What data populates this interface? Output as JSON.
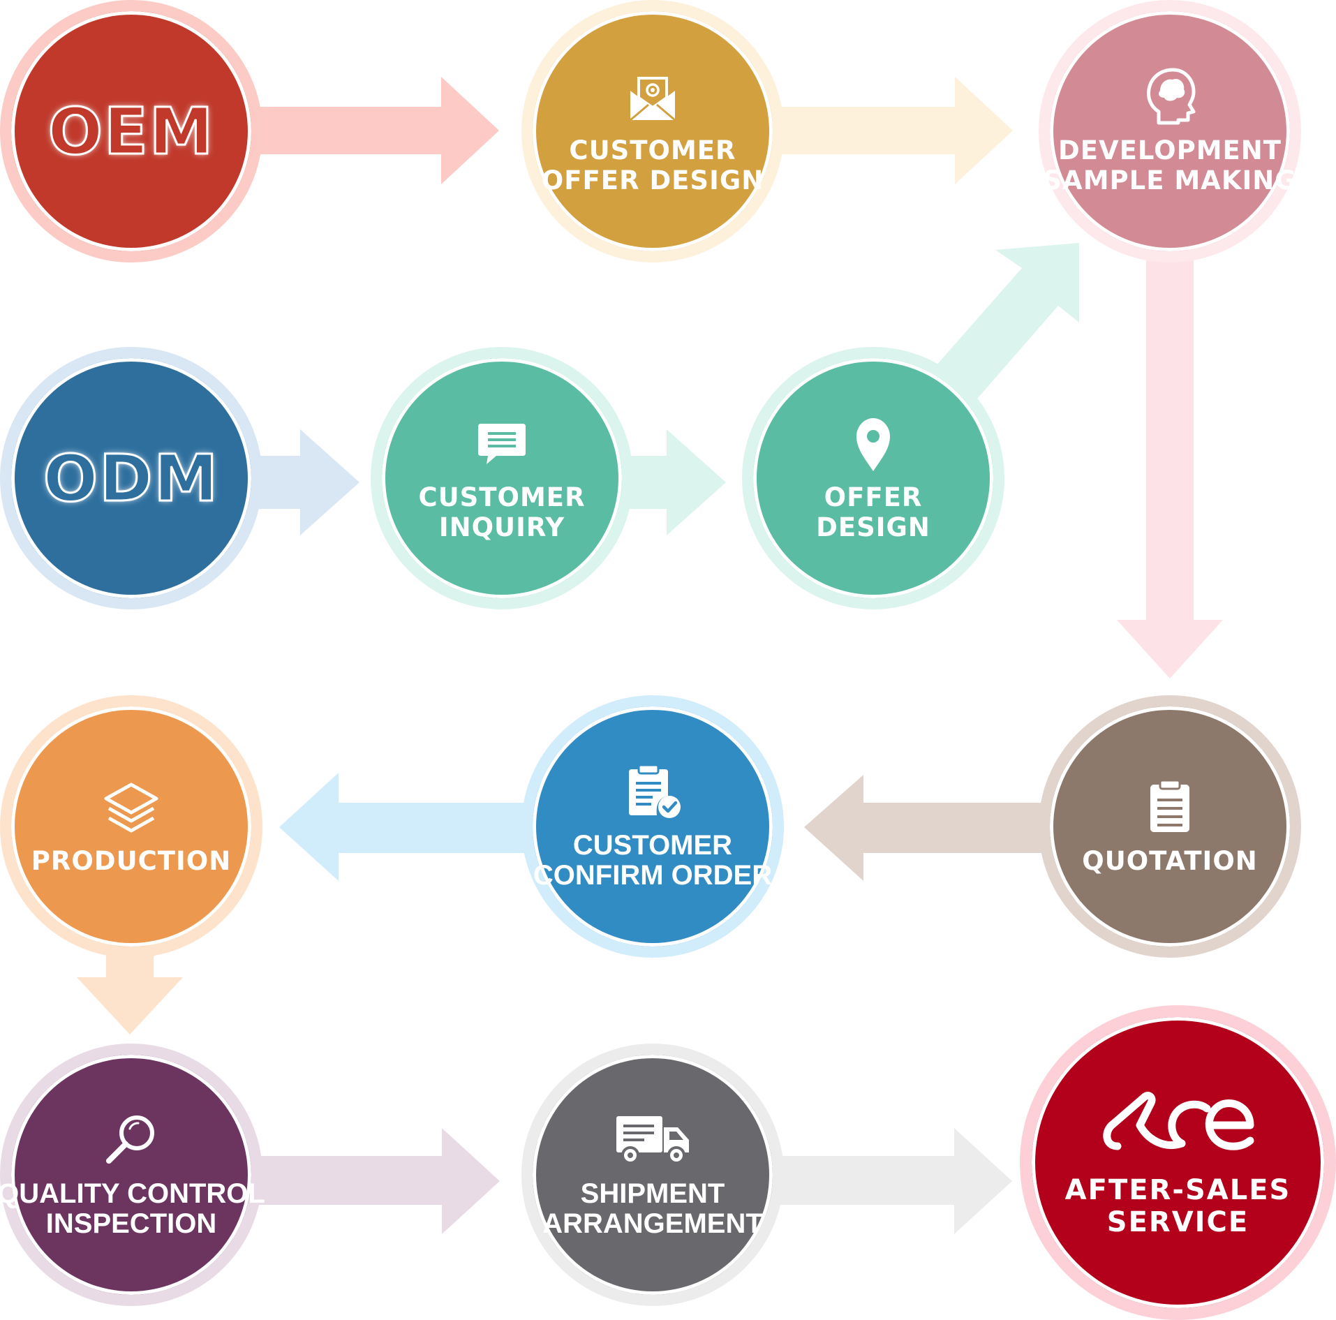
{
  "nodes": {
    "oem": {
      "title": "OEM",
      "fill": "#c0392b",
      "ring": "#fccbc6"
    },
    "customer_offer_design": {
      "lines": [
        "CUSTOMER",
        "OFFER DESIGN"
      ],
      "icon": "email-envelope-icon",
      "fill": "#d3a040",
      "ring": "#fdf1dc"
    },
    "development_sample_making": {
      "lines": [
        "DEVELOPMENT",
        "SAMPLE MAKING"
      ],
      "icon": "brain-head-icon",
      "fill": "#d28b95",
      "ring": "#fde8ec"
    },
    "odm": {
      "title": "ODM",
      "fill": "#2e6f9e",
      "ring": "#d8e7f3"
    },
    "customer_inquiry": {
      "lines": [
        "CUSTOMER",
        "INQUIRY"
      ],
      "icon": "chat-bubble-icon",
      "fill": "#59bca3",
      "ring": "#dcf4ee"
    },
    "offer_design": {
      "lines": [
        "OFFER",
        "DESIGN"
      ],
      "icon": "location-pin-icon",
      "fill": "#59bca3",
      "ring": "#dcf4ee"
    },
    "production": {
      "lines": [
        "PRODUCTION"
      ],
      "icon": "layers-icon",
      "fill": "#ec984e",
      "ring": "#fde3cc"
    },
    "customer_confirm_order": {
      "lines": [
        "CUSTOMER",
        "CONFIRM ORDER"
      ],
      "icon": "clipboard-check-icon",
      "fill": "#318cc4",
      "ring": "#d1ecfb"
    },
    "quotation": {
      "lines": [
        "QUOTATION"
      ],
      "icon": "clipboard-icon",
      "fill": "#8c796c",
      "ring": "#e1d4cc"
    },
    "quality_control_inspection": {
      "lines": [
        "QUALITY CONTROL",
        "INSPECTION"
      ],
      "icon": "magnifier-icon",
      "fill": "#6c355f",
      "ring": "#e8dbe6"
    },
    "shipment_arrangement": {
      "lines": [
        "SHIPMENT",
        "ARRANGEMENT"
      ],
      "icon": "delivery-truck-icon",
      "fill": "#69686d",
      "ring": "#ececed"
    },
    "after_sales_service": {
      "lines": [
        "AFTER-SALES",
        "SERVICE"
      ],
      "icon": "ace-logo-icon",
      "fill": "#b3001b",
      "ring": "#fdd0d8"
    }
  },
  "arrows": [
    {
      "from": "oem",
      "to": "customer_offer_design",
      "color": "#fdcac6"
    },
    {
      "from": "customer_offer_design",
      "to": "development_sample_making",
      "color": "#fdf1dc"
    },
    {
      "from": "odm",
      "to": "customer_inquiry",
      "color": "#d8e7f3"
    },
    {
      "from": "customer_inquiry",
      "to": "offer_design",
      "color": "#dcf4ee"
    },
    {
      "from": "offer_design",
      "to": "development_sample_making",
      "color": "#dcf4ee"
    },
    {
      "from": "development_sample_making",
      "to": "quotation",
      "color": "#fde3e8"
    },
    {
      "from": "quotation",
      "to": "customer_confirm_order",
      "color": "#e1d4cc"
    },
    {
      "from": "customer_confirm_order",
      "to": "production",
      "color": "#d1ecfb"
    },
    {
      "from": "production",
      "to": "quality_control_inspection",
      "color": "#fde3cc"
    },
    {
      "from": "quality_control_inspection",
      "to": "shipment_arrangement",
      "color": "#e8dbe6"
    },
    {
      "from": "shipment_arrangement",
      "to": "after_sales_service",
      "color": "#ececed"
    }
  ]
}
